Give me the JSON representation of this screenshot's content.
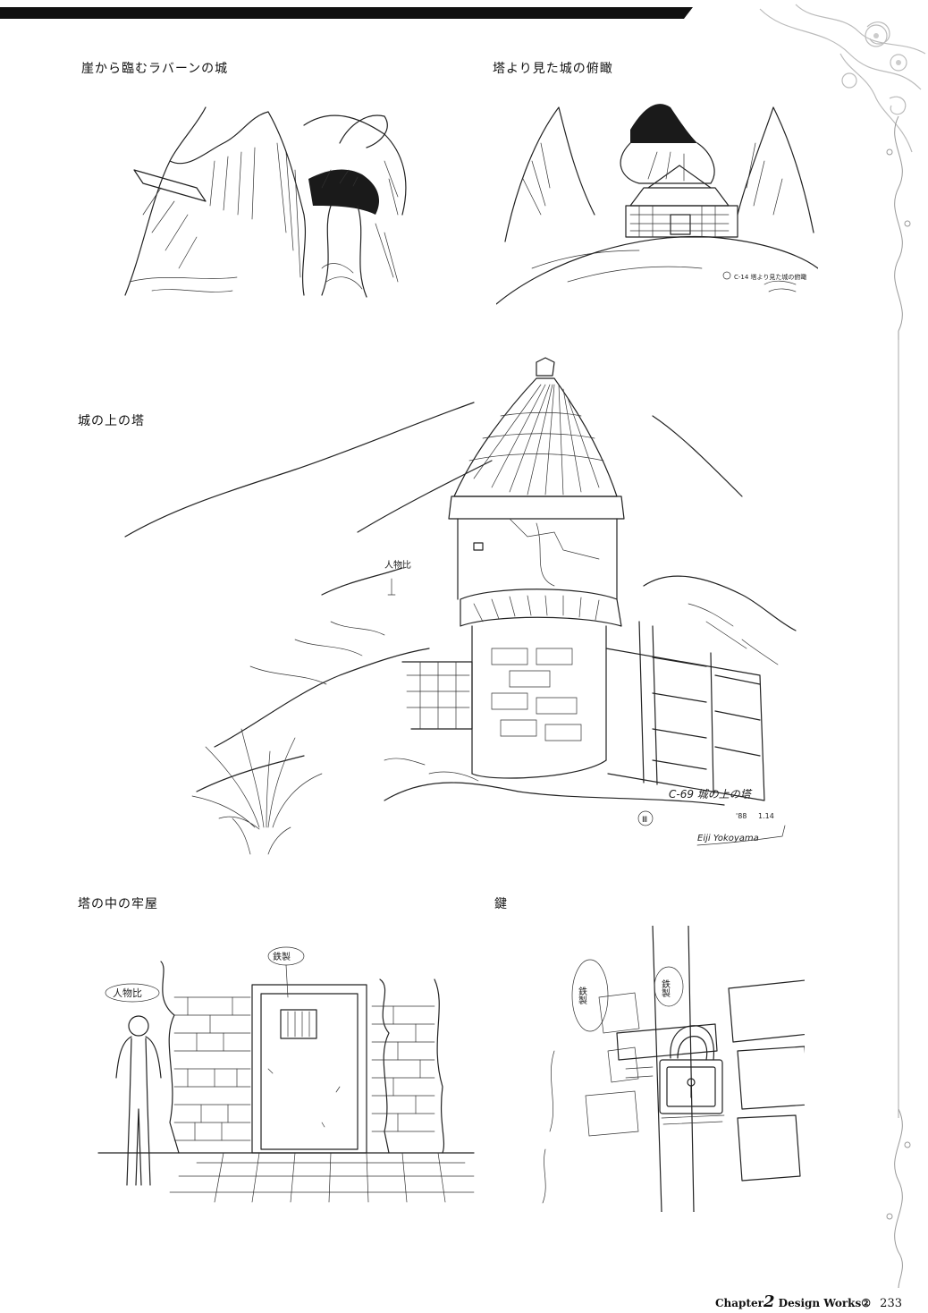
{
  "captions": {
    "cliff_castle": "崖から臨むラバーンの城",
    "tower_view": "塔より見た城の俯瞰",
    "castle_tower": "城の上の塔",
    "tower_prison": "塔の中の牢屋",
    "key": "鍵"
  },
  "sketch_notes": {
    "tower_view_note": "C-14 塔より見た城の俯瞰",
    "tower_note": "C-69 城の上の塔",
    "tower_person": "人物比",
    "tower_date_year": "'88",
    "tower_date_day": "1.14",
    "tower_signature": "Eiji Yokoyama",
    "prison_person": "人物比",
    "prison_material": "鉄製",
    "key_material_1": "鉄製",
    "key_material_2": "鉄製"
  },
  "footer": {
    "chapter_word": "Chapter",
    "chapter_number": "2",
    "section": "Design Works②",
    "page_number": "233"
  }
}
